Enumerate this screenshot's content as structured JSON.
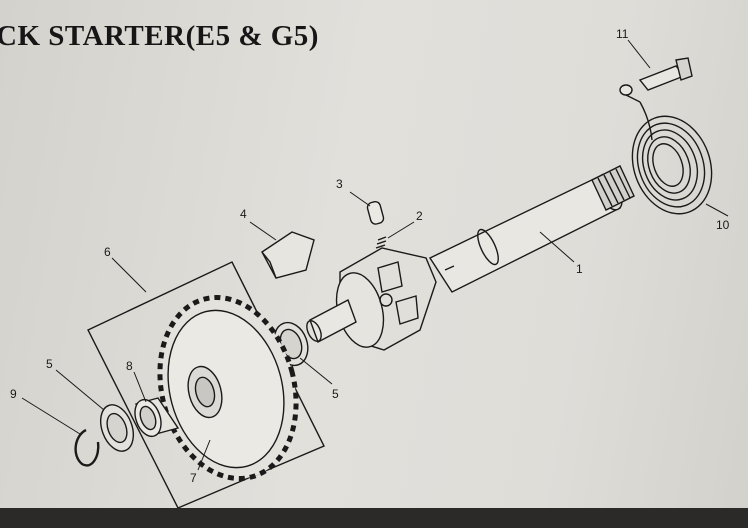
{
  "title": "CK STARTER(E5 & G5)",
  "callouts": {
    "c1": "1",
    "c2": "2",
    "c3": "3",
    "c4": "4",
    "c5a": "5",
    "c5b": "5",
    "c6": "6",
    "c7": "7",
    "c8": "8",
    "c9": "9",
    "c10": "10",
    "c11": "11"
  },
  "colors": {
    "ink": "#1a1a1a",
    "paper": "#e0ded9"
  }
}
